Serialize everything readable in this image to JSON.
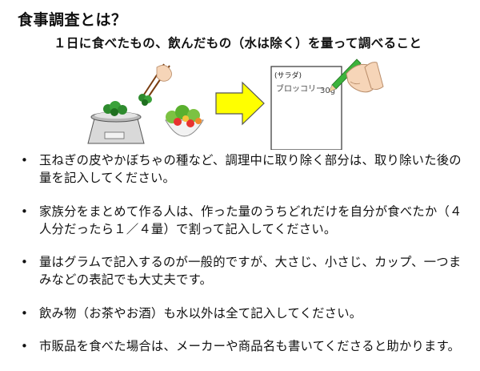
{
  "title": "食事調査とは？",
  "subtitle": "１日に食べたもの、飲んだもの（水は除く）を量って調べること",
  "illustration": {
    "memo_label": "(サラダ)",
    "memo_item": "ブロッコリー",
    "memo_amount": "30g",
    "arrow_color": "#ffff00",
    "icons": [
      "scale-icon",
      "chopsticks-icon",
      "salad-bowl-icon",
      "arrow-right-icon",
      "memo-sheet-icon",
      "hand-pencil-icon"
    ]
  },
  "bullets": [
    "玉ねぎの皮やかぼちゃの種など、調理中に取り除く部分は、取り除いた後の量を記入してください。",
    "家族分をまとめて作る人は、作った量のうちどれだけを自分が食べたか（４人分だったら１／４量）で割って記入してください。",
    "量はグラムで記入するのが一般的ですが、大さじ、小さじ、カップ、一つまみなどの表記でも大丈夫です。",
    "飲み物（お茶やお酒）も水以外は全て記入してください。",
    "市販品を食べた場合は、メーカーや商品名も書いてくださると助かります。"
  ]
}
